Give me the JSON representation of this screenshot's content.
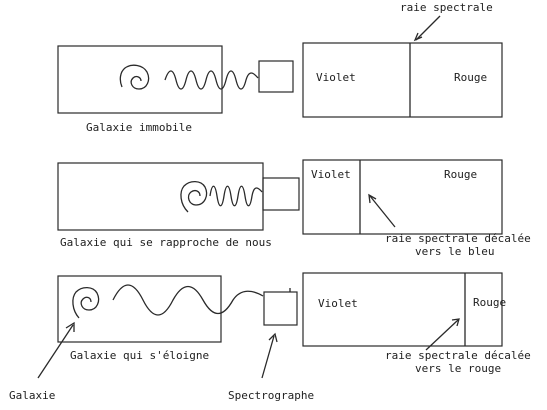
{
  "row1": {
    "violet": "Violet",
    "rouge": "Rouge",
    "line_label": "raie spectrale",
    "caption": "Galaxie immobile"
  },
  "row2": {
    "violet": "Violet",
    "rouge": "Rouge",
    "line_label_1": "raie spectrale décalée",
    "line_label_2": "vers le bleu",
    "caption": "Galaxie qui se rapproche de nous"
  },
  "row3": {
    "violet": "Violet",
    "rouge": "Rouge",
    "line_label_1": "raie spectrale décalée",
    "line_label_2": "vers le rouge",
    "caption": "Galaxie qui s'éloigne"
  },
  "labels": {
    "galaxie": "Galaxie",
    "spectrographe": "Spectrographe"
  }
}
